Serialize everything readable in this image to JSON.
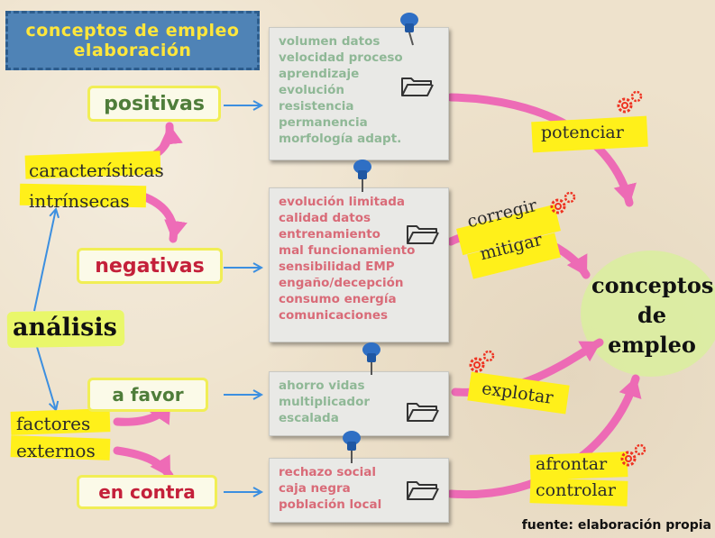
{
  "title": {
    "line1": "conceptos de empleo",
    "line2": "elaboración"
  },
  "root": "análisis",
  "branches": {
    "intrinsic": {
      "line1": "características",
      "line2": "intrínsecas"
    },
    "external": {
      "line1": "factores",
      "line2": "externos"
    }
  },
  "categories": {
    "positivas": "positivas",
    "negativas": "negativas",
    "a_favor": "a favor",
    "en_contra": "en contra"
  },
  "cards": {
    "positivas": [
      "volumen datos",
      "velocidad proceso",
      "aprendizaje",
      "evolución",
      "resistencia",
      "permanencia",
      "morfología adapt."
    ],
    "negativas": [
      "evolución limitada",
      "calidad datos",
      "entrenamiento",
      "mal funcionamiento",
      "sensibilidad EMP",
      "engaño/decepción",
      "consumo energía",
      "comunicaciones"
    ],
    "a_favor": [
      "ahorro vidas",
      "multiplicador",
      "escalada"
    ],
    "en_contra": [
      "rechazo social",
      "caja negra",
      "población local"
    ]
  },
  "actions": {
    "potenciar": "potenciar",
    "corregir": "corregir",
    "mitigar": "mitigar",
    "explotar": "explotar",
    "afrontar": "afrontar",
    "controlar": "controlar"
  },
  "target": {
    "line1": "conceptos",
    "line2": "de",
    "line3": "empleo"
  },
  "source": "fuente: elaboración propia",
  "colors": {
    "title_bg": "#4f83b6",
    "title_text": "#ffe63b",
    "highlight": "#fff01a",
    "pink_arrow": "#ee5fb4",
    "blue_arrow": "#3c8fe0",
    "green_text": "#8fb896",
    "red_text": "#d96b78",
    "cat_green": "#4f7d3a",
    "cat_red": "#c4203a"
  },
  "icons": [
    "pushpin-icon",
    "folder-icon",
    "gear-icon"
  ]
}
